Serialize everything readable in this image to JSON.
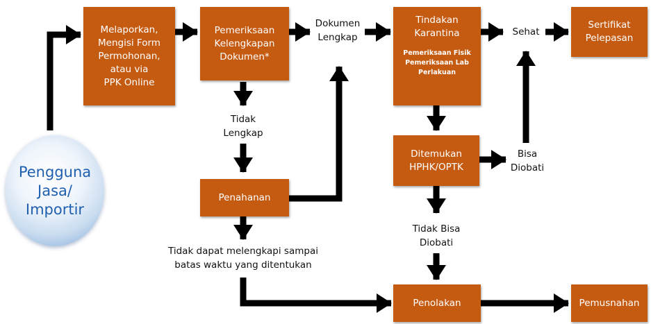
{
  "nodes": {
    "user": "Pengguna\nJasa/\nImportir",
    "report": "Melaporkan,\nMengisi Form\nPermohonan,\natau via\nPPK Online",
    "check_docs": "Pemeriksaan\nKelengkapan\nDokumen*",
    "quarantine_title": "Tindakan\nKarantina",
    "quarantine_sub": "Pemeriksaan Fisik\nPemeriksaan Lab\nPerlakuan",
    "certificate": "Sertifikat\nPelepasan",
    "detention": "Penahanan",
    "found": "Ditemukan\nHPHK/OPTK",
    "rejection": "Penolakan",
    "destruction": "Pemusnahan"
  },
  "labels": {
    "complete": "Dokumen\nLengkap",
    "healthy": "Sehat",
    "incomplete": "Tidak\nLengkap",
    "treatable": "Bisa\nDiobati",
    "untreatable": "Tidak Bisa\nDiobati",
    "deadline": "Tidak dapat melengkapi sampai\nbatas waktu yang ditentukan"
  },
  "colors": {
    "box": "#c55a11",
    "box_text": "#ffffff",
    "arrow": "#000000",
    "globe_text": "#1f5fb0"
  }
}
